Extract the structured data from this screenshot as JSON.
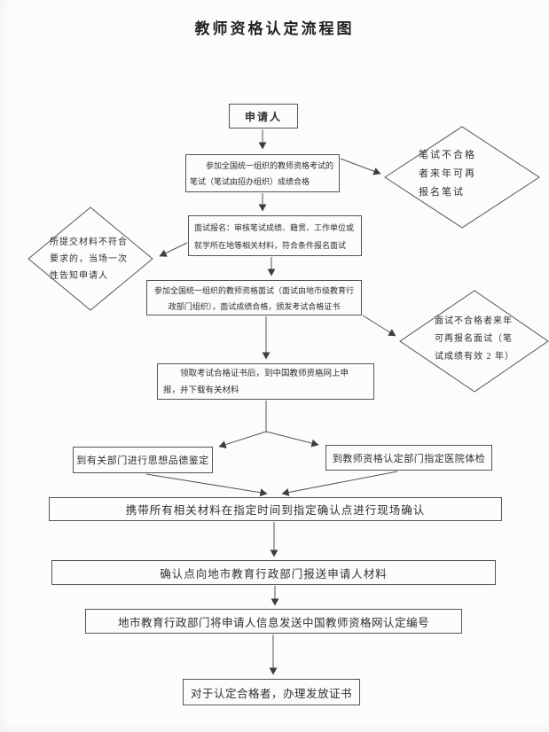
{
  "title": "教师资格认定流程图",
  "nodes": {
    "applicant": "申请人",
    "written_exam": "参加全国统一组织的教师资格考试的\n笔试（笔试由招办组织）成绩合格",
    "written_fail": "笔试不合格\n者来年可再\n报名笔试",
    "interview_signup": "面试报名：审核笔试成绩、籍贯、工作单位或\n就学所在地等相关材料，符合条件报名面试",
    "material_reject": "所提交材料不符合\n要求的，当场一次\n性告知申请人",
    "interview_exam": "参加全国统一组织的教师资格面试（面试由地市级教育行\n政部门组织），面试成绩合格，颁发考试合格证书",
    "interview_fail": "面试不合格者来年\n可再报名面试（笔\n试成绩有效 2 年）",
    "online_apply": "领取考试合格证书后，到中国教师资格网上申\n报，并下载有关材料",
    "moral_check": "到有关部门进行思想品德鉴定",
    "physical_check": "到教师资格认定部门指定医院体检",
    "onsite_confirm": "携带所有相关材料在指定时间到指定确认点进行现场确认",
    "submit_materials": "确认点向地市教育行政部门报送申请人材料",
    "send_info": "地市教育行政部门将申请人信息发送中国教师资格网认定编号",
    "issue_cert": "对于认定合格者，办理发放证书"
  },
  "colors": {
    "paper": "#fcfcfa",
    "line": "#555555",
    "arrow": "#3d3d3d",
    "text": "#2f2f2f"
  }
}
